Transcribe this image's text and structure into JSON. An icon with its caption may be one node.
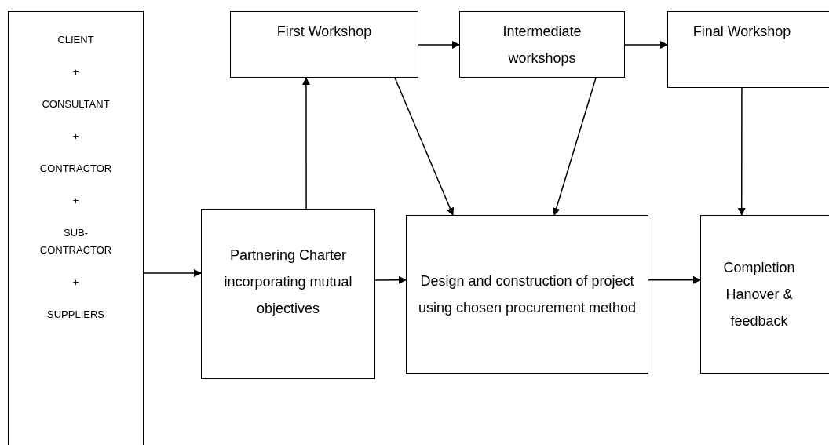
{
  "diagram": {
    "nodes": [
      {
        "text": [
          "CLIENT",
          "+",
          "CONSULTANT",
          "+",
          "CONTRACTOR",
          "+",
          "SUB-CONTRACTOR",
          "+",
          "SUPPLIERS"
        ]
      },
      {
        "text": [
          "Partnering Charter incorporating mutual objectives"
        ]
      },
      {
        "text": [
          "First Workshop"
        ]
      },
      {
        "text": [
          "Intermediate workshops"
        ]
      },
      {
        "text": [
          "Final Workshop"
        ]
      },
      {
        "text": [
          "Design and construction of project using chosen procurement method"
        ]
      },
      {
        "text": [
          "Completion Hanover & feedback"
        ]
      }
    ],
    "edges": [
      {
        "from": 0,
        "to": 1,
        "arrow": "to"
      },
      {
        "from": 1,
        "to": 2,
        "arrow": "to"
      },
      {
        "from": 2,
        "to": 3,
        "arrow": "to"
      },
      {
        "from": 3,
        "to": 4,
        "arrow": "to"
      },
      {
        "from": 2,
        "to": 5,
        "arrow": "to"
      },
      {
        "from": 3,
        "to": 5,
        "arrow": "to"
      },
      {
        "from": 4,
        "to": 6,
        "arrow": "to"
      },
      {
        "from": 1,
        "to": 5,
        "arrow": "to"
      },
      {
        "from": 5,
        "to": 6,
        "arrow": "to"
      }
    ]
  }
}
